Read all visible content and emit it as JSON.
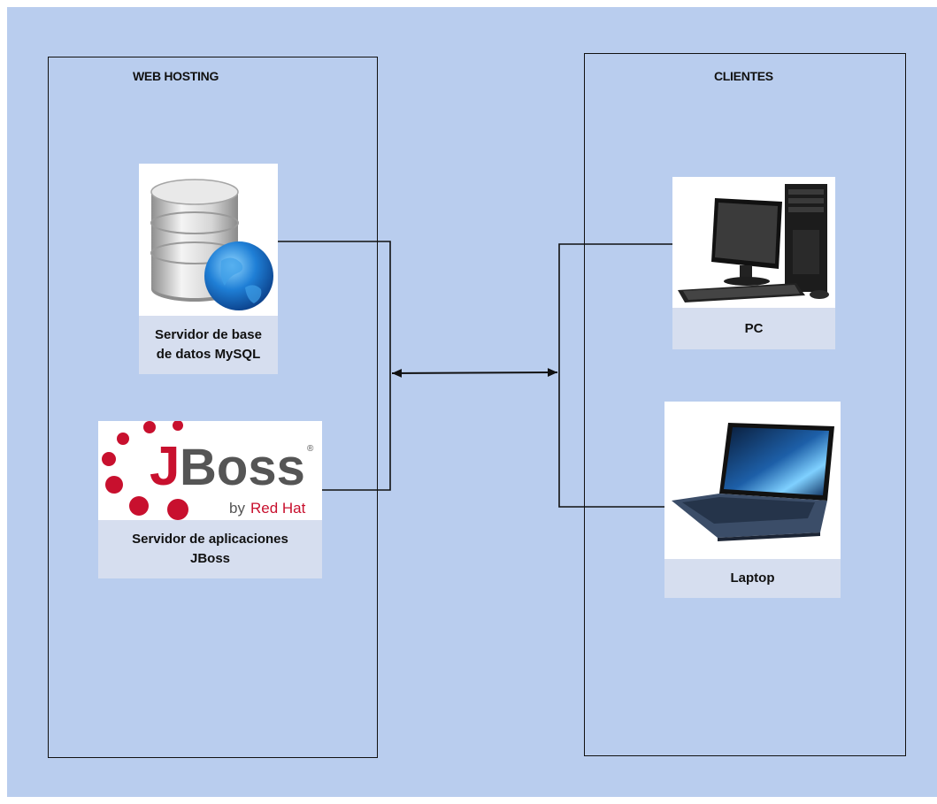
{
  "groups": {
    "web_hosting": {
      "title": "WEB HOSTING"
    },
    "clientes": {
      "title": "CLIENTES"
    }
  },
  "nodes": {
    "mysql": {
      "caption_line1": "Servidor de base",
      "caption_line2": "de datos MySQL",
      "icon": "database-globe-icon"
    },
    "jboss": {
      "logo_text": "JBoss",
      "logo_subtext_by": "by",
      "logo_subtext_brand": "Red Hat",
      "logo_mark": "®",
      "caption_line1": "Servidor de aplicaciones",
      "caption_line2": "JBoss",
      "icon": "jboss-logo"
    },
    "pc": {
      "caption": "PC",
      "icon": "desktop-computer-icon"
    },
    "laptop": {
      "caption": "Laptop",
      "icon": "laptop-icon"
    }
  },
  "colors": {
    "background": "#b9cdee",
    "caption_bg": "#d6deef",
    "jboss_red": "#c8102e",
    "line": "#111111"
  }
}
